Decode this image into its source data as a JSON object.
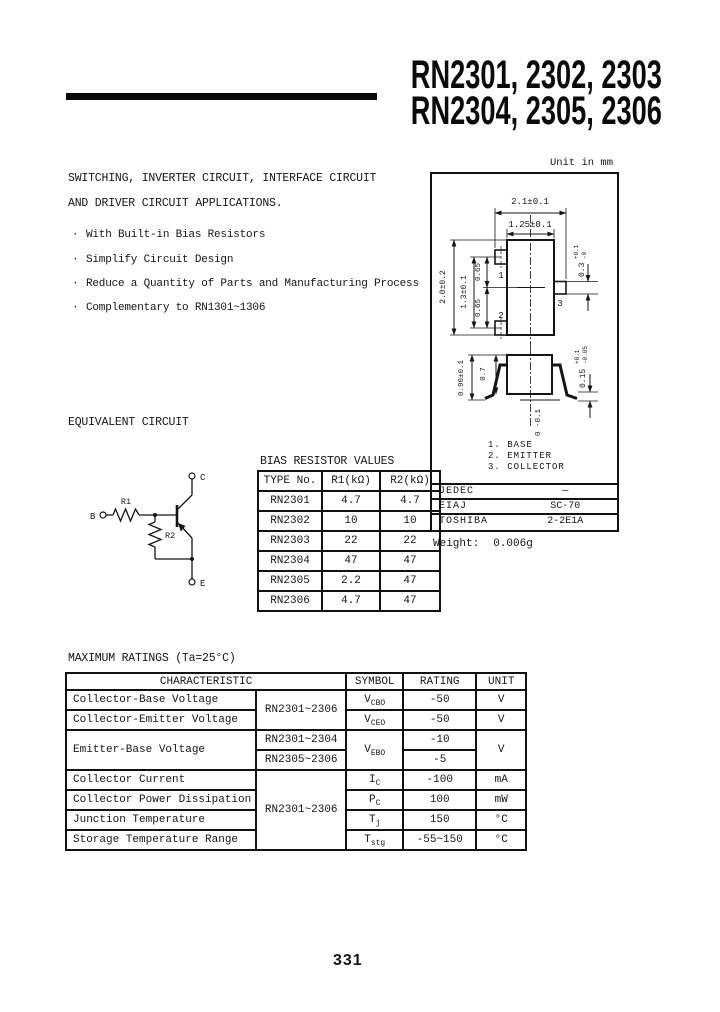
{
  "header": {
    "title_line1": "RN2301, 2302, 2303",
    "title_line2": "RN2304, 2305, 2306"
  },
  "description": {
    "line1": "SWITCHING, INVERTER CIRCUIT, INTERFACE CIRCUIT",
    "line2": "AND DRIVER CIRCUIT APPLICATIONS.",
    "bullet": "·",
    "features": [
      "With Built-in Bias Resistors",
      "Simplify Circuit Design",
      "Reduce a Quantity of Parts and Manufacturing Process",
      "Complementary to RN1301~1306"
    ]
  },
  "package_drawing": {
    "unit_note": "Unit in mm",
    "dim_top_width": "2.1±0.1",
    "dim_body_width": "1.25±0.1",
    "dim_overall_height": "2.0±0.2",
    "dim_pin_span": "1.3±0.1",
    "dim_pin_pitch_upper": "0.65",
    "dim_pin_pitch_lower": "0.65",
    "dim_lead_width_main": "0.3",
    "dim_lead_width_plus": "+0.1",
    "dim_lead_width_minus": "-0",
    "dim_profile_height": "0.90±0.1",
    "dim_body_thickness": "0.7",
    "dim_lead_thickness_main": "0.15",
    "dim_lead_thickness_plus": "+0.1",
    "dim_lead_thickness_minus": "-0.05",
    "dim_standoff": "0 -0.1",
    "pin1_label": "1",
    "pin2_label": "2",
    "pin3_label": "3",
    "pin_legend": [
      "1. BASE",
      "2. EMITTER",
      "3. COLLECTOR"
    ],
    "standards": {
      "jedec_label": "JEDEC",
      "jedec_value": "—",
      "eiaj_label": "EIAJ",
      "eiaj_value": "SC-70",
      "toshiba_label": "TOSHIBA",
      "toshiba_value": "2-2E1A"
    },
    "weight_label": "Weight:",
    "weight_value": "0.006g"
  },
  "equivalent_circuit": {
    "heading": "EQUIVALENT CIRCUIT",
    "terminal_b": "B",
    "terminal_c": "C",
    "terminal_e": "E",
    "r1_label": "R1",
    "r2_label": "R2"
  },
  "bias_table": {
    "heading": "BIAS RESISTOR VALUES",
    "headers": [
      "TYPE No.",
      "R1(kΩ)",
      "R2(kΩ)"
    ],
    "rows": [
      [
        "RN2301",
        "4.7",
        "4.7"
      ],
      [
        "RN2302",
        "10",
        "10"
      ],
      [
        "RN2303",
        "22",
        "22"
      ],
      [
        "RN2304",
        "47",
        "47"
      ],
      [
        "RN2305",
        "2.2",
        "47"
      ],
      [
        "RN2306",
        "4.7",
        "47"
      ]
    ]
  },
  "maximum_ratings": {
    "heading": "MAXIMUM RATINGS  (Ta=25°C)",
    "headers": {
      "characteristic": "CHARACTERISTIC",
      "symbol": "SYMBOL",
      "rating": "RATING",
      "unit": "UNIT"
    },
    "types_group_top": "RN2301~2306",
    "types_group_bottom": "RN2301~2306",
    "rows": {
      "cbo": {
        "characteristic": "Collector-Base Voltage",
        "symbol_base": "V",
        "symbol_sub": "CBO",
        "rating": "-50",
        "unit": "V"
      },
      "ceo": {
        "characteristic": "Collector-Emitter Voltage",
        "symbol_base": "V",
        "symbol_sub": "CEO",
        "rating": "-50",
        "unit": "V"
      },
      "ebo": {
        "characteristic": "Emitter-Base Voltage",
        "types_upper": "RN2301~2304",
        "types_lower": "RN2305~2306",
        "symbol_base": "V",
        "symbol_sub": "EBO",
        "rating_upper": "-10",
        "rating_lower": "-5",
        "unit": "V"
      },
      "ic": {
        "characteristic": "Collector Current",
        "symbol_base": "I",
        "symbol_sub": "C",
        "rating": "-100",
        "unit": "mA"
      },
      "pc": {
        "characteristic": "Collector Power Dissipation",
        "symbol_base": "P",
        "symbol_sub": "C",
        "rating": "100",
        "unit": "mW"
      },
      "tj": {
        "characteristic": "Junction Temperature",
        "symbol_base": "T",
        "symbol_sub": "j",
        "rating": "150",
        "unit": "°C"
      },
      "tstg": {
        "characteristic": "Storage Temperature Range",
        "symbol_base": "T",
        "symbol_sub": "stg",
        "rating": "-55~150",
        "unit": "°C"
      }
    }
  },
  "footer": {
    "page_number": "331"
  }
}
